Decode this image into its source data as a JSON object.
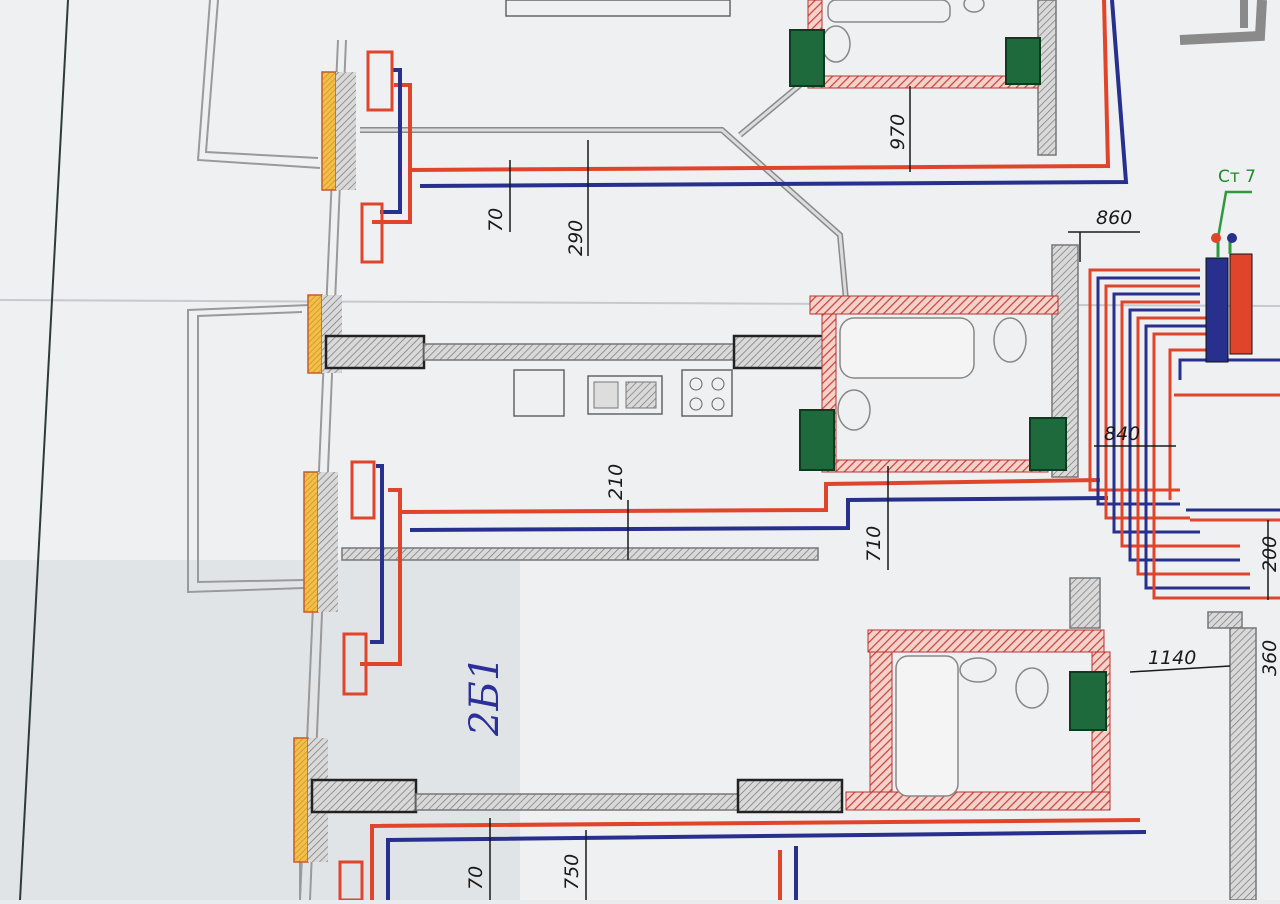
{
  "colors": {
    "paper": "#eef0f2",
    "supply_pipe": "#e0452c",
    "return_pipe": "#27308c",
    "wall_hatch": "#c9453a",
    "partition": "#8a8a8a",
    "radiator": "#e4a62c",
    "riser_box": "#1e6a3c",
    "manifold_green": "#2e9a3c"
  },
  "riser_label": "Ст 7",
  "room_label": "2Б1",
  "dimensions": {
    "d70_top": "70",
    "d290": "290",
    "d970": "970",
    "d860": "860",
    "d840": "840",
    "d210": "210",
    "d710": "710",
    "d200": "200",
    "d1140": "1140",
    "d360": "360",
    "d70_bottom": "70",
    "d750": "750"
  }
}
